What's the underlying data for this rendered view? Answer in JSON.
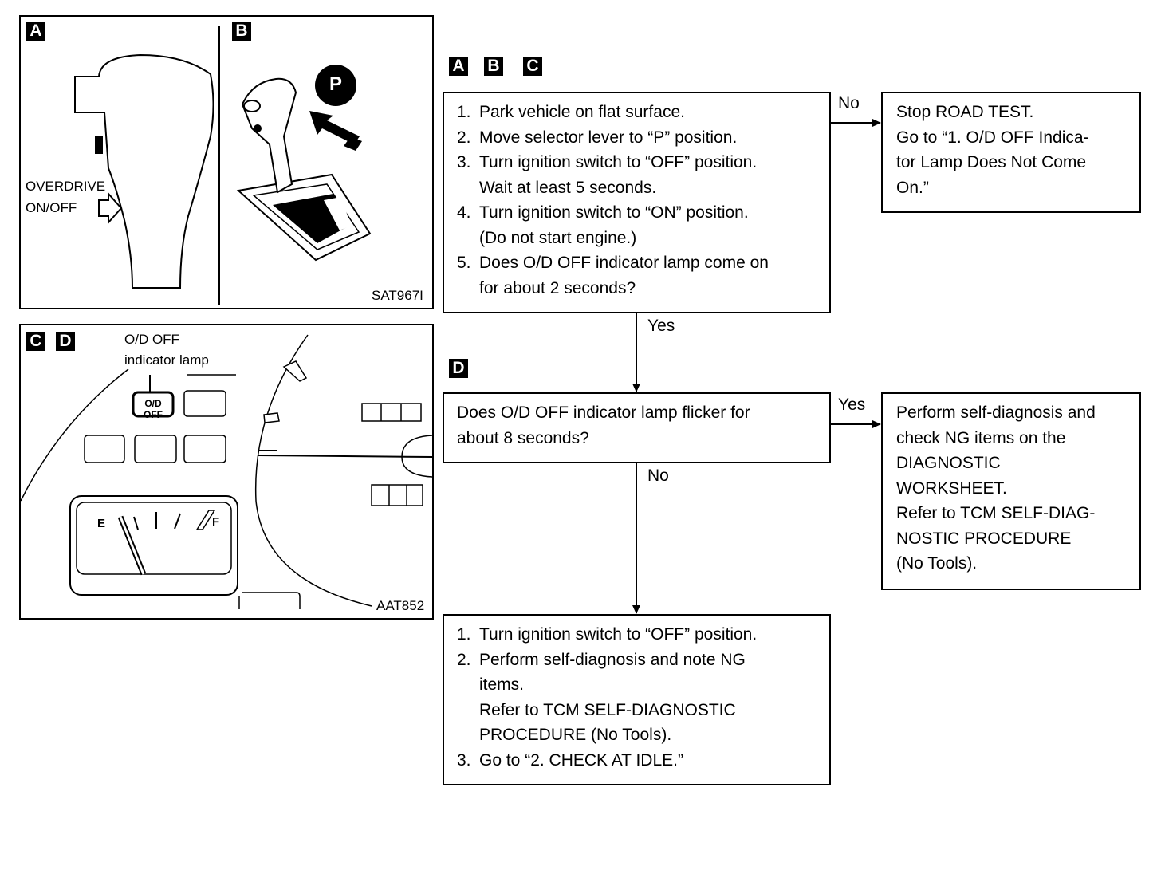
{
  "panel_ab": {
    "tag_a": "A",
    "tag_b": "B",
    "overdrive_line1": "OVERDRIVE",
    "overdrive_line2": "ON/OFF",
    "p_badge": "P",
    "code": "SAT967I"
  },
  "panel_cd": {
    "tag_c": "C",
    "tag_d": "D",
    "lamp_line1": "O/D OFF",
    "lamp_line2": "indicator lamp",
    "lamp_text": "O/D OFF",
    "gauge_e": "E",
    "gauge_f": "F",
    "code": "AAT852"
  },
  "flow": {
    "tags_top": [
      "A",
      "B",
      "C"
    ],
    "tag_d": "D",
    "box1": {
      "items": [
        {
          "n": "1.",
          "lines": [
            "Park vehicle on flat surface."
          ]
        },
        {
          "n": "2.",
          "lines": [
            "Move selector lever to “P” position."
          ]
        },
        {
          "n": "3.",
          "lines": [
            "Turn ignition switch to “OFF” position.",
            "Wait at least 5 seconds."
          ]
        },
        {
          "n": "4.",
          "lines": [
            "Turn ignition switch to “ON” position.",
            "(Do not start engine.)"
          ]
        },
        {
          "n": "5.",
          "lines": [
            "Does O/D OFF indicator lamp come on",
            "for about 2 seconds?"
          ]
        }
      ]
    },
    "no1": "No",
    "box_no": [
      "Stop ROAD TEST.",
      "Go to “1. O/D OFF Indica-",
      "tor Lamp Does Not Come",
      "On.”"
    ],
    "yes1": "Yes",
    "box2": [
      "Does O/D OFF indicator lamp flicker for",
      "about 8 seconds?"
    ],
    "yes2": "Yes",
    "box_yes": [
      "Perform self-diagnosis and",
      "check NG items on the",
      "DIAGNOSTIC",
      "WORKSHEET.",
      "Refer to TCM SELF-DIAG-",
      "NOSTIC PROCEDURE",
      "(No Tools)."
    ],
    "no2": "No",
    "box3": {
      "items": [
        {
          "n": "1.",
          "lines": [
            "Turn ignition switch to “OFF” position."
          ]
        },
        {
          "n": "2.",
          "lines": [
            "Perform self-diagnosis and note NG",
            "items.",
            "Refer to TCM SELF-DIAGNOSTIC",
            "PROCEDURE (No Tools)."
          ]
        },
        {
          "n": "3.",
          "lines": [
            "Go to “2. CHECK AT IDLE.”"
          ]
        }
      ]
    }
  }
}
